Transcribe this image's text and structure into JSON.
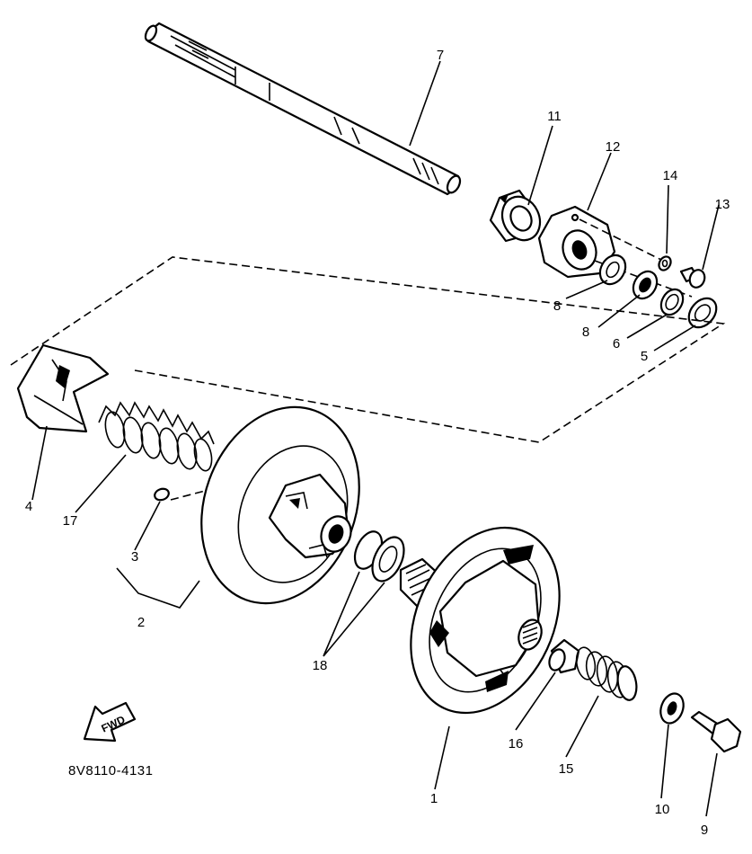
{
  "callouts": {
    "c1": "1",
    "c2": "2",
    "c3": "3",
    "c4": "4",
    "c5": "5",
    "c6": "6",
    "c7": "7",
    "c8a": "8",
    "c8b": "8",
    "c9": "9",
    "c10": "10",
    "c11": "11",
    "c12": "12",
    "c13": "13",
    "c14": "14",
    "c15": "15",
    "c16": "16",
    "c17": "17",
    "c18": "18"
  },
  "fwd_marker": {
    "label": "FWD"
  },
  "diagram_code": "8V8110-4131"
}
